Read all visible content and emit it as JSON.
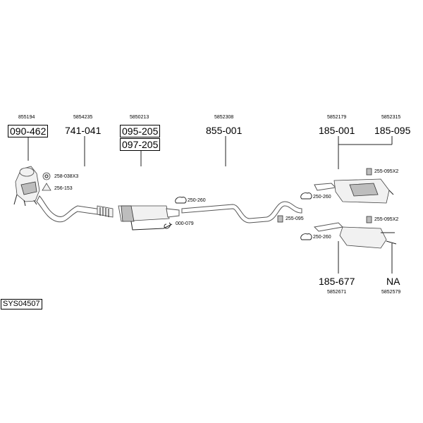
{
  "diagram": {
    "system_code": "SYS04507",
    "groups": [
      {
        "ref": "855194",
        "part": "090-462",
        "boxed": true
      },
      {
        "ref": "5854235",
        "part": "741-041",
        "boxed": false
      },
      {
        "ref": "5850213",
        "part": "095-205",
        "part2": "097-205",
        "boxed": true
      },
      {
        "ref": "5852308",
        "part": "855-001",
        "boxed": false
      },
      {
        "ref": "5852179",
        "part": "185-001",
        "boxed": false
      },
      {
        "ref": "5852315",
        "part": "185-095",
        "boxed": false
      },
      {
        "ref": "5852671",
        "part": "185-677",
        "boxed": false
      },
      {
        "ref": "5852579",
        "part": "NA",
        "boxed": false
      }
    ],
    "accessories": [
      {
        "code": "258-038X3"
      },
      {
        "code": "256-153"
      },
      {
        "code": "250-260"
      },
      {
        "code": "000-079"
      },
      {
        "code": "255-095"
      },
      {
        "code": "250-260"
      },
      {
        "code": "255-095X2"
      },
      {
        "code": "255-095X2"
      },
      {
        "code": "250-260"
      }
    ]
  },
  "colors": {
    "line": "#222222",
    "part_fill": "#f1f1f1",
    "part_shade": "#bdbdbd"
  },
  "icons": [
    "clamp-icon",
    "gasket-icon",
    "rubber-mount-icon",
    "bracket-icon"
  ]
}
